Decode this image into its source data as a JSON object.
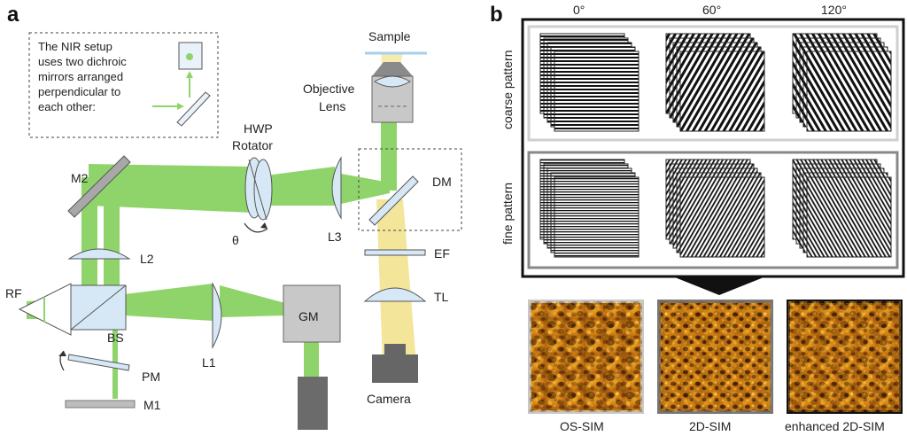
{
  "panel_a": {
    "letter": "a",
    "note": {
      "lines": [
        "The NIR setup",
        "uses two dichroic",
        "mirrors arranged",
        "perpendicular to",
        "each other:"
      ]
    },
    "labels": {
      "sample": "Sample",
      "objective": [
        "Objective",
        "Lens"
      ],
      "hwp": [
        "HWP",
        "Rotator"
      ],
      "theta": "θ",
      "m2": "M2",
      "dm": "DM",
      "l3": "L3",
      "l2": "L2",
      "ef": "EF",
      "rf": "RF",
      "bs": "BS",
      "gm": "GM",
      "tl": "TL",
      "l1": "L1",
      "pm": "PM",
      "m1": "M1",
      "camera": "Camera"
    }
  },
  "panel_b": {
    "letter": "b",
    "angles": [
      "0°",
      "60°",
      "120°"
    ],
    "rows": [
      "coarse pattern",
      "fine pattern"
    ],
    "results": [
      "OS-SIM",
      "2D-SIM",
      "enhanced 2D-SIM"
    ]
  },
  "colors": {
    "green_beam": "#8fd46a",
    "yellow_beam": "#f3e69a",
    "optic_fill": "#d6e8f6",
    "optic_stroke": "#555555",
    "box_gray": "#c8c8c8",
    "dark_gray": "#666666"
  }
}
